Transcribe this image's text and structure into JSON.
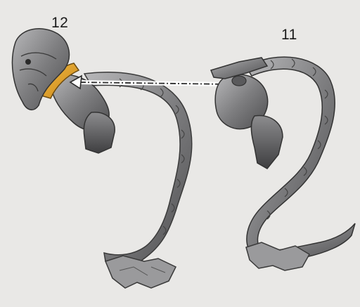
{
  "steps": {
    "left_label": "12",
    "right_label": "11"
  },
  "illustration": {
    "left_part": "assembled-miniature-head-body-tail",
    "right_part": "miniature-body-with-tail-before-head-attached",
    "arrow_direction": "right-to-left",
    "arrow_style": "dash-dot",
    "highlight_color": "#e8a21c",
    "metal_color": "#8a8a8c",
    "background_color": "#e9e8e6"
  }
}
